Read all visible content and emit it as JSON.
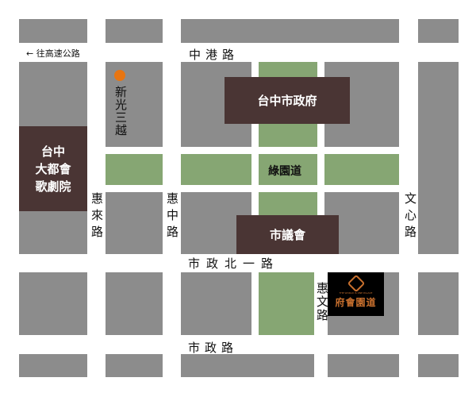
{
  "roads": {
    "zhonggang": "中港路",
    "highway": "往高速公路",
    "huilai": "惠來路",
    "huizhong": "惠中路",
    "wenxin": "文心路",
    "shizheng_north1": "市政北一路",
    "huiwen": "惠文路",
    "shizheng": "市政路",
    "greenway": "綠園道"
  },
  "landmarks": {
    "city_hall": "台中市政府",
    "council": "市議會",
    "opera_line1": "台中",
    "opera_line2": "大都會",
    "opera_line3": "歌劇院",
    "shin_kong": "新光三越",
    "palace_en": "THE WORLD IS ONE PALACE",
    "palace_zh": "府會園道"
  },
  "colors": {
    "block": "#8c8c8c",
    "park": "#86a673",
    "landmark": "#4a3534",
    "marker": "#e87511",
    "palace_bg": "#000000",
    "palace_text": "#c8702e"
  }
}
